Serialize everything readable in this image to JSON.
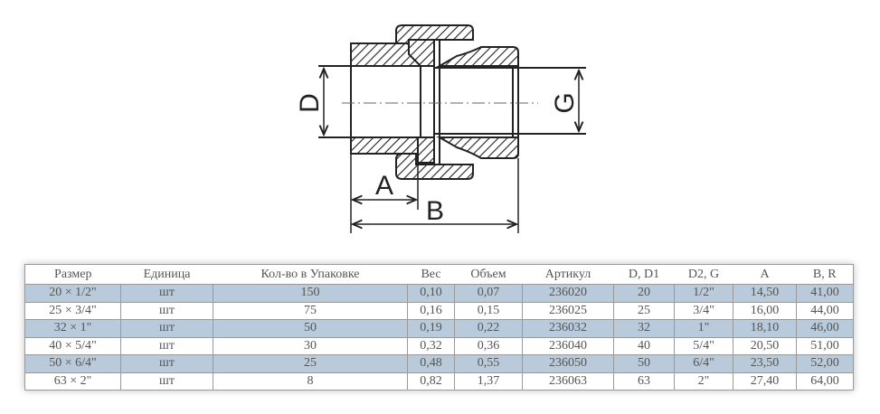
{
  "drawing": {
    "labels": {
      "d": "D",
      "g": "G",
      "a": "A",
      "b": "B"
    }
  },
  "table": {
    "headers": [
      "Размер",
      "Единица",
      "Кол-во в Упаковке",
      "Вес",
      "Объем",
      "Артикул",
      "D, D1",
      "D2, G",
      "A",
      "B, R"
    ],
    "rows": [
      [
        "20 × 1/2\"",
        "шт",
        "150",
        "0,10",
        "0,07",
        "236020",
        "20",
        "1/2\"",
        "14,50",
        "41,00"
      ],
      [
        "25 × 3/4\"",
        "шт",
        "75",
        "0,16",
        "0,15",
        "236025",
        "25",
        "3/4\"",
        "16,00",
        "44,00"
      ],
      [
        "32 × 1\"",
        "шт",
        "50",
        "0,19",
        "0,22",
        "236032",
        "32",
        "1\"",
        "18,10",
        "46,00"
      ],
      [
        "40 × 5/4\"",
        "шт",
        "30",
        "0,32",
        "0,36",
        "236040",
        "40",
        "5/4\"",
        "20,50",
        "51,00"
      ],
      [
        "50 × 6/4\"",
        "шт",
        "25",
        "0,48",
        "0,55",
        "236050",
        "50",
        "6/4\"",
        "23,50",
        "52,00"
      ],
      [
        "63 × 2\"",
        "шт",
        "8",
        "0,82",
        "1,37",
        "236063",
        "63",
        "2\"",
        "27,40",
        "64,00"
      ]
    ],
    "colors": {
      "stripe": "#b9cadb",
      "border": "#999999",
      "text": "#555555"
    }
  }
}
